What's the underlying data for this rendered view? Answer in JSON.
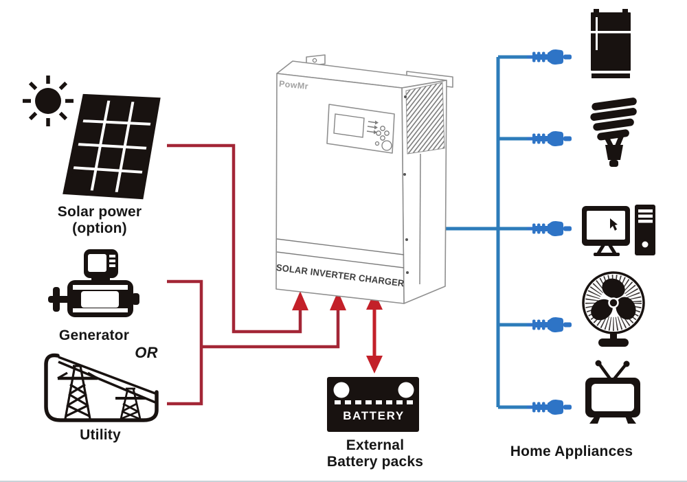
{
  "colors": {
    "line_red": "#a32636",
    "arrow_red": "#c32029",
    "line_blue": "#2d7cba",
    "plug_blue": "#2e74c6",
    "ink": "#181210"
  },
  "sources": {
    "solar": {
      "line1": "Solar power",
      "line2": "(option)",
      "icon": "sun-and-solar-panel"
    },
    "generator": {
      "label": "Generator",
      "icon": "generator"
    },
    "or": "OR",
    "utility": {
      "label": "Utility",
      "icon": "power-transmission-towers"
    }
  },
  "inverter": {
    "brand": "PowMr",
    "panel_label": "SOLAR INVERTER CHARGER"
  },
  "battery": {
    "badge": "BATTERY",
    "line1": "External",
    "line2": "Battery packs"
  },
  "appliances": {
    "label": "Home Appliances",
    "items": [
      {
        "name": "refrigerator"
      },
      {
        "name": "cfl-bulb"
      },
      {
        "name": "desktop-computer"
      },
      {
        "name": "table-fan"
      },
      {
        "name": "television"
      }
    ]
  }
}
